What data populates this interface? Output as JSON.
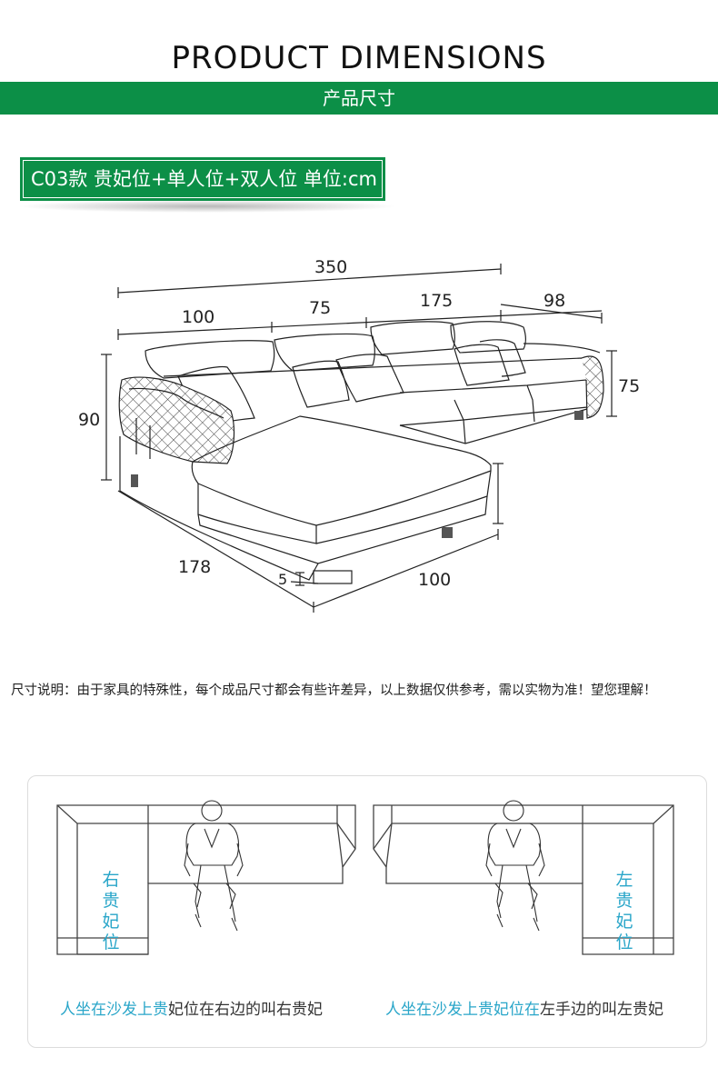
{
  "header": {
    "title_en": "PRODUCT DIMENSIONS",
    "title_cn": "产品尺寸"
  },
  "spec_label": "C03款 贵妃位+单人位+双人位 单位:cm",
  "dimensions": {
    "total_width": "350",
    "seg_1": "100",
    "seg_2": "75",
    "seg_3": "175",
    "seat_depth_right": "98",
    "height_left": "90",
    "height_right": "75",
    "chaise_length": "178",
    "leg_height": "5",
    "chaise_width": "100"
  },
  "notice": "尺寸说明：由于家具的特殊性，每个成品尺寸都会有些许差异，以上数据仅供参考，需以实物为准！望您理解！",
  "left_example": {
    "vertical_label": [
      "右",
      "贵",
      "妃",
      "位"
    ],
    "caption_highlight": "人坐在沙发上贵",
    "caption_rest": "妃位在右边的叫右贵妃"
  },
  "right_example": {
    "vertical_label": [
      "左",
      "贵",
      "妃",
      "位"
    ],
    "caption_highlight": "人坐在沙发上贵妃位在",
    "caption_rest": "左手边的叫左贵妃"
  },
  "colors": {
    "brand_green": "#0c8f47",
    "accent_cyan": "#2aa6c9"
  }
}
